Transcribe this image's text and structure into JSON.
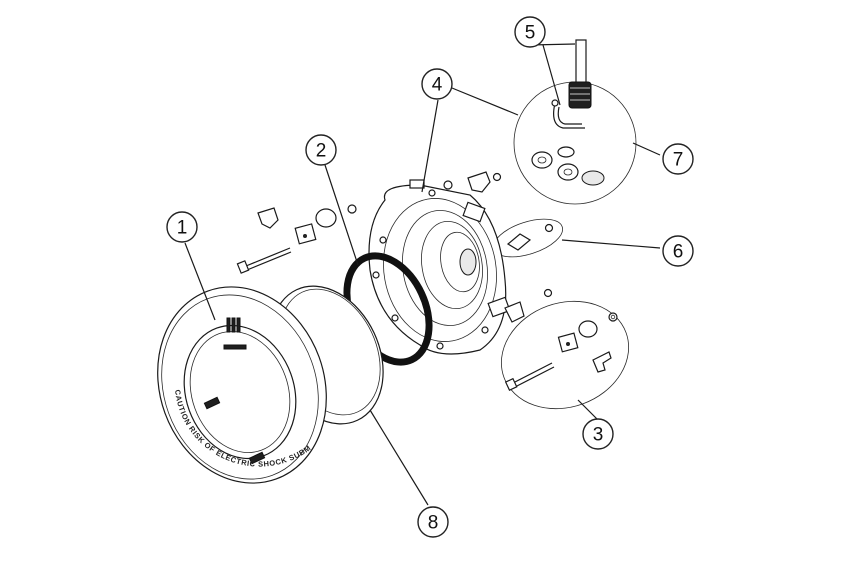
{
  "callouts": [
    {
      "label": "1"
    },
    {
      "label": "2"
    },
    {
      "label": "3"
    },
    {
      "label": "4"
    },
    {
      "label": "5"
    },
    {
      "label": "6"
    },
    {
      "label": "7"
    },
    {
      "label": "8"
    }
  ],
  "face_ring": {
    "warning_text": "CAUTION RISK OF ELECTRIC SHOCK SUBMERGE BEFORE LIGHTING"
  }
}
